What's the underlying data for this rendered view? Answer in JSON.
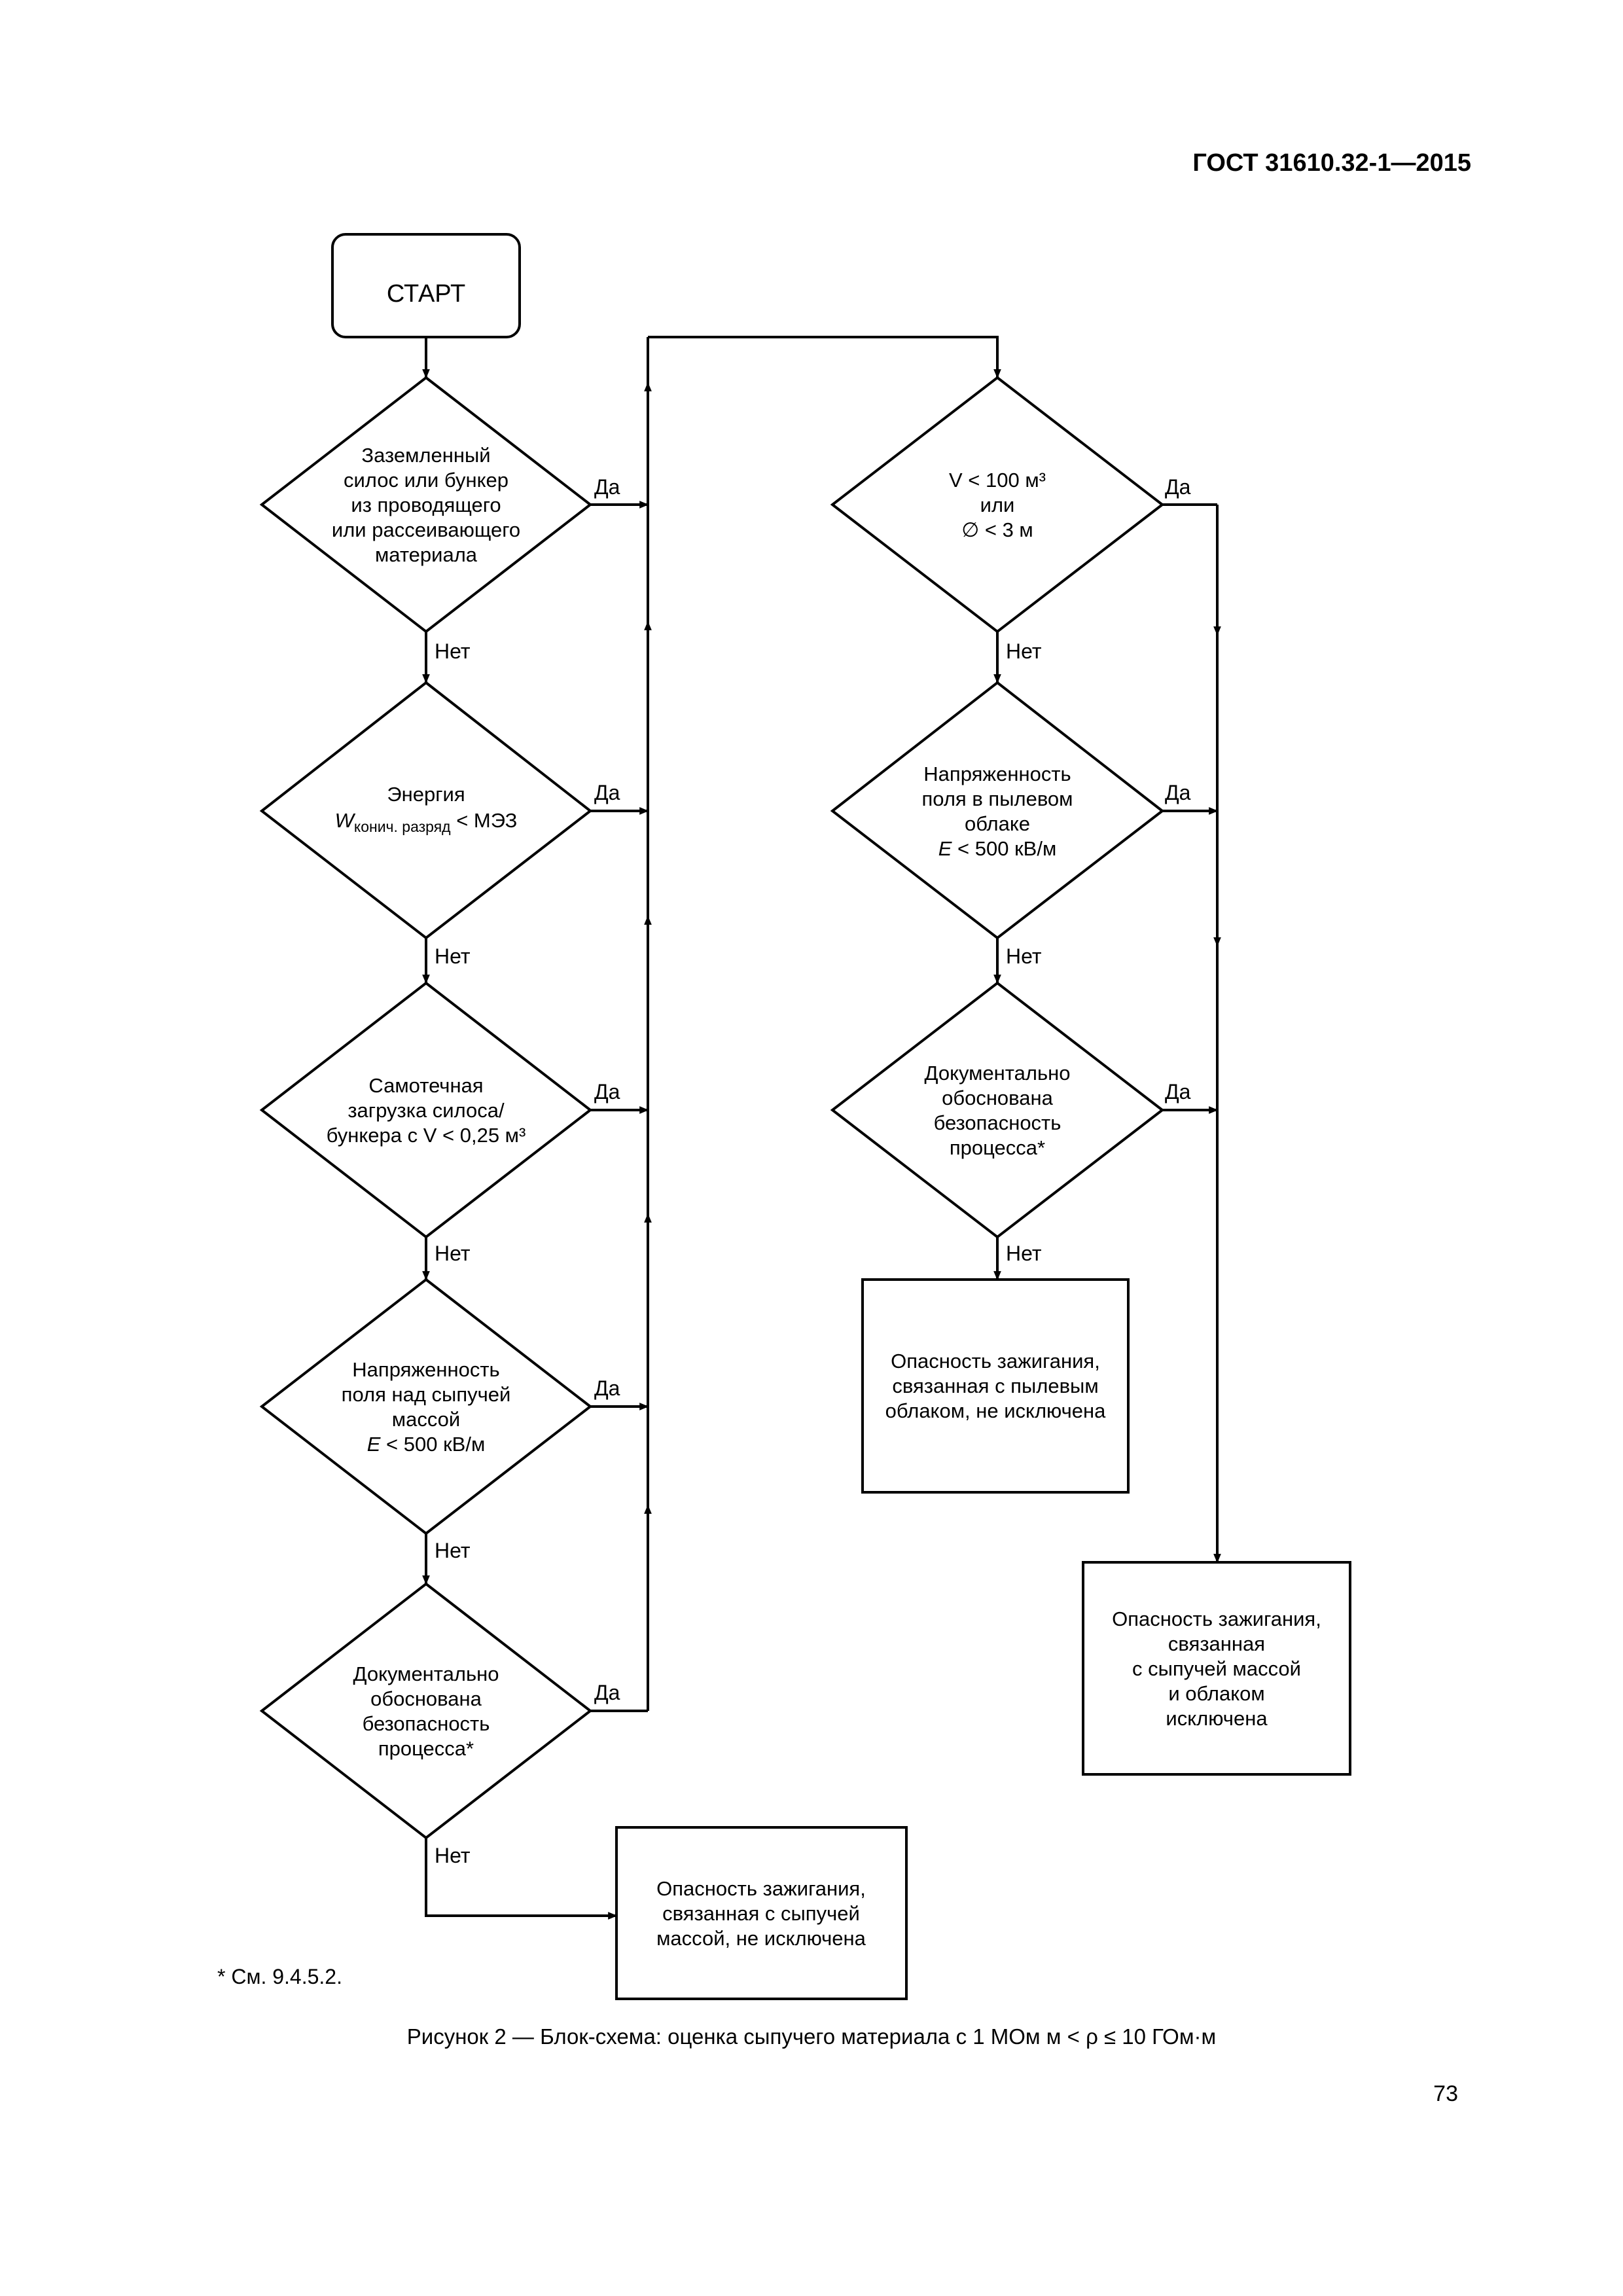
{
  "header": {
    "standard": "ГОСТ 31610.32-1—2015"
  },
  "labels": {
    "yes": "Да",
    "no": "Нет"
  },
  "nodes": {
    "start": [
      "СТАРТ"
    ],
    "d1": [
      "Заземленный",
      "силос или бункер",
      "из проводящего",
      "или рассеивающего",
      "материала"
    ],
    "d2_line1": "Энергия",
    "d2_w": "W",
    "d2_sub": "конич.  разряд",
    "d2_rest": " < МЭЗ",
    "d3": [
      "Самотечная",
      "загрузка силоса/",
      "бункера с V < 0,25 м³"
    ],
    "d4": [
      "Напряженность",
      "поля над сыпучей",
      "массой",
      "E < 500 кВ/м"
    ],
    "d5": [
      "Документально",
      "обоснована",
      "безопасность",
      "процесса*"
    ],
    "d6": [
      "V < 100 м³",
      "или",
      "∅ < 3 м"
    ],
    "d7": [
      "Напряженность",
      "поля в пылевом",
      "облаке",
      "E < 500 кВ/м"
    ],
    "d8": [
      "Документально",
      "обоснована",
      "безопасность",
      "процесса*"
    ],
    "r1": [
      "Опасность зажигания,",
      "связанная с сыпучей",
      "массой, не исключена"
    ],
    "r2": [
      "Опасность зажигания,",
      "связанная с пылевым",
      "облаком, не исключена"
    ],
    "r3": [
      "Опасность зажигания,",
      "связанная",
      "с сыпучей массой",
      "и облаком",
      "исключена"
    ]
  },
  "footnote": "* См. 9.4.5.2.",
  "caption": "Рисунок 2 — Блок-схема: оценка сыпучего материала с 1 МОм м < ρ ≤ 10 ГОм·м",
  "page_number": "73"
}
